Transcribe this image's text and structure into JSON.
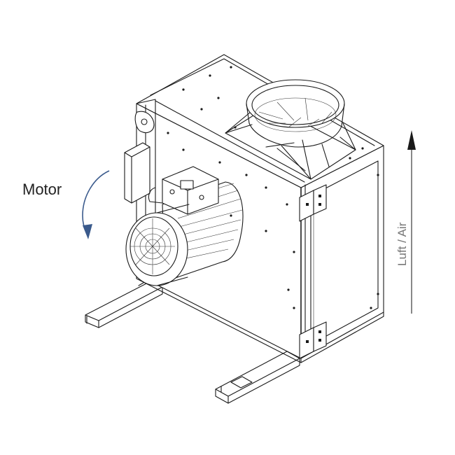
{
  "labels": {
    "motor": "Motor",
    "airflow": "Luft / Air"
  },
  "colors": {
    "line": "#1a1a1a",
    "motor_arrow": "#3a5a8c",
    "air_arrow": "#555555",
    "air_text": "#777777"
  },
  "icons": {
    "rotation_arrow": "curved-arrow-down",
    "airflow_arrow": "arrow-up"
  }
}
